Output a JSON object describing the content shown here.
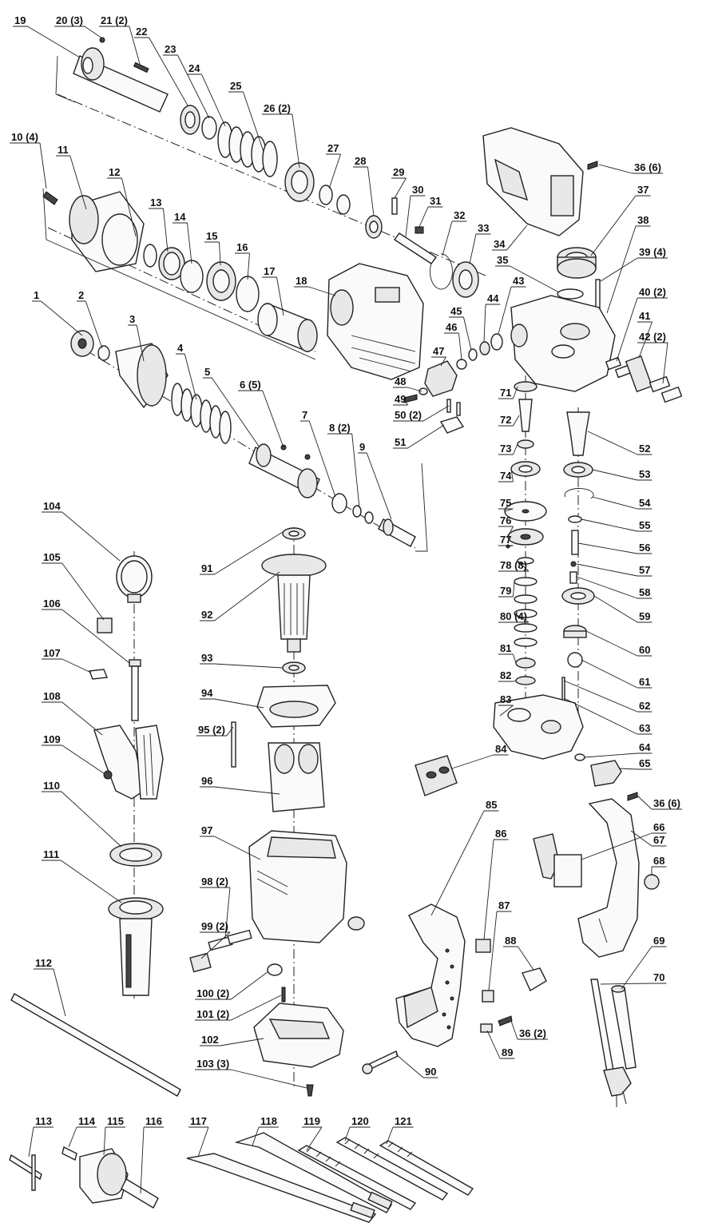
{
  "diagram": {
    "labels": [
      {
        "id": "1",
        "text": "1"
      },
      {
        "id": "2",
        "text": "2"
      },
      {
        "id": "3",
        "text": "3"
      },
      {
        "id": "4",
        "text": "4"
      },
      {
        "id": "5",
        "text": "5"
      },
      {
        "id": "6",
        "text": "6 (5)"
      },
      {
        "id": "7",
        "text": "7"
      },
      {
        "id": "8",
        "text": "8 (2)"
      },
      {
        "id": "9",
        "text": "9"
      },
      {
        "id": "10",
        "text": "10 (4)"
      },
      {
        "id": "11",
        "text": "11"
      },
      {
        "id": "12",
        "text": "12"
      },
      {
        "id": "13",
        "text": "13"
      },
      {
        "id": "14",
        "text": "14"
      },
      {
        "id": "15",
        "text": "15"
      },
      {
        "id": "16",
        "text": "16"
      },
      {
        "id": "17",
        "text": "17"
      },
      {
        "id": "18",
        "text": "18"
      },
      {
        "id": "19",
        "text": "19"
      },
      {
        "id": "20",
        "text": "20 (3)"
      },
      {
        "id": "21",
        "text": "21 (2)"
      },
      {
        "id": "22",
        "text": "22"
      },
      {
        "id": "23",
        "text": "23"
      },
      {
        "id": "24",
        "text": "24"
      },
      {
        "id": "25",
        "text": "25"
      },
      {
        "id": "26",
        "text": "26 (2)"
      },
      {
        "id": "27",
        "text": "27"
      },
      {
        "id": "28",
        "text": "28"
      },
      {
        "id": "29",
        "text": "29"
      },
      {
        "id": "30",
        "text": "30"
      },
      {
        "id": "31",
        "text": "31"
      },
      {
        "id": "32",
        "text": "32"
      },
      {
        "id": "33",
        "text": "33"
      },
      {
        "id": "34",
        "text": "34"
      },
      {
        "id": "35",
        "text": "35"
      },
      {
        "id": "36a",
        "text": "36 (6)"
      },
      {
        "id": "37",
        "text": "37"
      },
      {
        "id": "38",
        "text": "38"
      },
      {
        "id": "39",
        "text": "39 (4)"
      },
      {
        "id": "40",
        "text": "40 (2)"
      },
      {
        "id": "41",
        "text": "41"
      },
      {
        "id": "42",
        "text": "42 (2)"
      },
      {
        "id": "43",
        "text": "43"
      },
      {
        "id": "44",
        "text": "44"
      },
      {
        "id": "45",
        "text": "45"
      },
      {
        "id": "46",
        "text": "46"
      },
      {
        "id": "47",
        "text": "47"
      },
      {
        "id": "48",
        "text": "48"
      },
      {
        "id": "49",
        "text": "49"
      },
      {
        "id": "50",
        "text": "50 (2)"
      },
      {
        "id": "51",
        "text": "51"
      },
      {
        "id": "52",
        "text": "52"
      },
      {
        "id": "53",
        "text": "53"
      },
      {
        "id": "54",
        "text": "54"
      },
      {
        "id": "55",
        "text": "55"
      },
      {
        "id": "56",
        "text": "56"
      },
      {
        "id": "57",
        "text": "57"
      },
      {
        "id": "58",
        "text": "58"
      },
      {
        "id": "59",
        "text": "59"
      },
      {
        "id": "60",
        "text": "60"
      },
      {
        "id": "61",
        "text": "61"
      },
      {
        "id": "62",
        "text": "62"
      },
      {
        "id": "63",
        "text": "63"
      },
      {
        "id": "64",
        "text": "64"
      },
      {
        "id": "65",
        "text": "65"
      },
      {
        "id": "36b",
        "text": "36 (6)"
      },
      {
        "id": "66",
        "text": "66"
      },
      {
        "id": "67",
        "text": "67"
      },
      {
        "id": "68",
        "text": "68"
      },
      {
        "id": "69",
        "text": "69"
      },
      {
        "id": "70",
        "text": "70"
      },
      {
        "id": "71",
        "text": "71"
      },
      {
        "id": "72",
        "text": "72"
      },
      {
        "id": "73",
        "text": "73"
      },
      {
        "id": "74",
        "text": "74"
      },
      {
        "id": "75",
        "text": "75"
      },
      {
        "id": "76",
        "text": "76"
      },
      {
        "id": "77",
        "text": "77"
      },
      {
        "id": "78",
        "text": "78 (8)"
      },
      {
        "id": "79",
        "text": "79"
      },
      {
        "id": "80",
        "text": "80 (4)"
      },
      {
        "id": "81",
        "text": "81"
      },
      {
        "id": "82",
        "text": "82"
      },
      {
        "id": "83",
        "text": "83"
      },
      {
        "id": "84",
        "text": "84"
      },
      {
        "id": "85",
        "text": "85"
      },
      {
        "id": "86",
        "text": "86"
      },
      {
        "id": "87",
        "text": "87"
      },
      {
        "id": "88",
        "text": "88"
      },
      {
        "id": "89",
        "text": "89"
      },
      {
        "id": "36c",
        "text": "36 (2)"
      },
      {
        "id": "90",
        "text": "90"
      },
      {
        "id": "91",
        "text": "91"
      },
      {
        "id": "92",
        "text": "92"
      },
      {
        "id": "93",
        "text": "93"
      },
      {
        "id": "94",
        "text": "94"
      },
      {
        "id": "95",
        "text": "95 (2)"
      },
      {
        "id": "96",
        "text": "96"
      },
      {
        "id": "97",
        "text": "97"
      },
      {
        "id": "98",
        "text": "98 (2)"
      },
      {
        "id": "99",
        "text": "99 (2)"
      },
      {
        "id": "100",
        "text": "100 (2)"
      },
      {
        "id": "101",
        "text": "101 (2)"
      },
      {
        "id": "102",
        "text": "102"
      },
      {
        "id": "103",
        "text": "103 (3)"
      },
      {
        "id": "104",
        "text": "104"
      },
      {
        "id": "105",
        "text": "105"
      },
      {
        "id": "106",
        "text": "106"
      },
      {
        "id": "107",
        "text": "107"
      },
      {
        "id": "108",
        "text": "108"
      },
      {
        "id": "109",
        "text": "109"
      },
      {
        "id": "110",
        "text": "110"
      },
      {
        "id": "111",
        "text": "111"
      },
      {
        "id": "112",
        "text": "112"
      },
      {
        "id": "113",
        "text": "113"
      },
      {
        "id": "114",
        "text": "114"
      },
      {
        "id": "115",
        "text": "115"
      },
      {
        "id": "116",
        "text": "116"
      },
      {
        "id": "117",
        "text": "117"
      },
      {
        "id": "118",
        "text": "118"
      },
      {
        "id": "119",
        "text": "119"
      },
      {
        "id": "120",
        "text": "120"
      },
      {
        "id": "121",
        "text": "121"
      }
    ],
    "colors": {
      "line": "#222222",
      "fill": "#fafafa",
      "shade": "#e8e8e8",
      "background": "#ffffff"
    }
  }
}
